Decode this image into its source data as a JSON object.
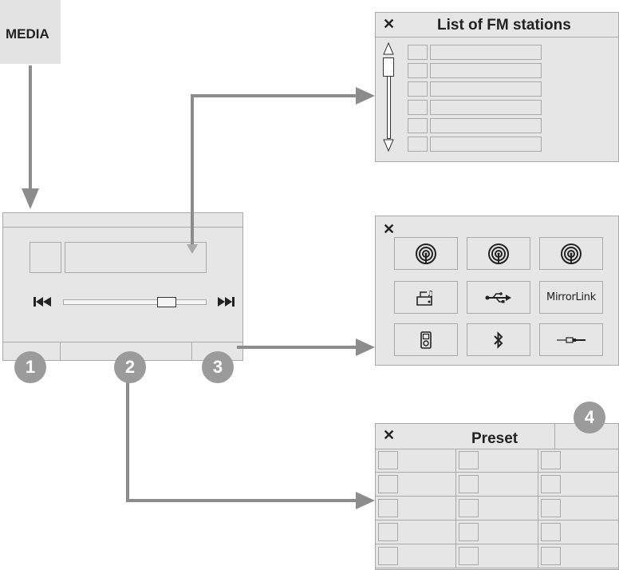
{
  "media_button": {
    "label": "MEDIA"
  },
  "callouts": {
    "c1": "1",
    "c2": "2",
    "c3": "3",
    "c4": "4"
  },
  "fm_list": {
    "title": "List of FM stations",
    "close": "✕",
    "rows": 6
  },
  "sources": {
    "close": "✕",
    "items": [
      {
        "icon": "radio-icon"
      },
      {
        "icon": "radio-icon"
      },
      {
        "icon": "radio-icon"
      },
      {
        "icon": "sd-card-icon"
      },
      {
        "icon": "usb-icon"
      },
      {
        "icon": "mirrorlink-logo",
        "label": "MirrorLink"
      },
      {
        "icon": "ipod-icon"
      },
      {
        "icon": "bluetooth-icon"
      },
      {
        "icon": "aux-cable-icon"
      }
    ]
  },
  "preset": {
    "title": "Preset",
    "close": "✕",
    "rows": 5,
    "cols": 3
  },
  "colors": {
    "panel": "#e6e6e6",
    "border": "#a9a9a9",
    "arrow": "#8c8c8c",
    "circle": "#9b9b9b"
  }
}
